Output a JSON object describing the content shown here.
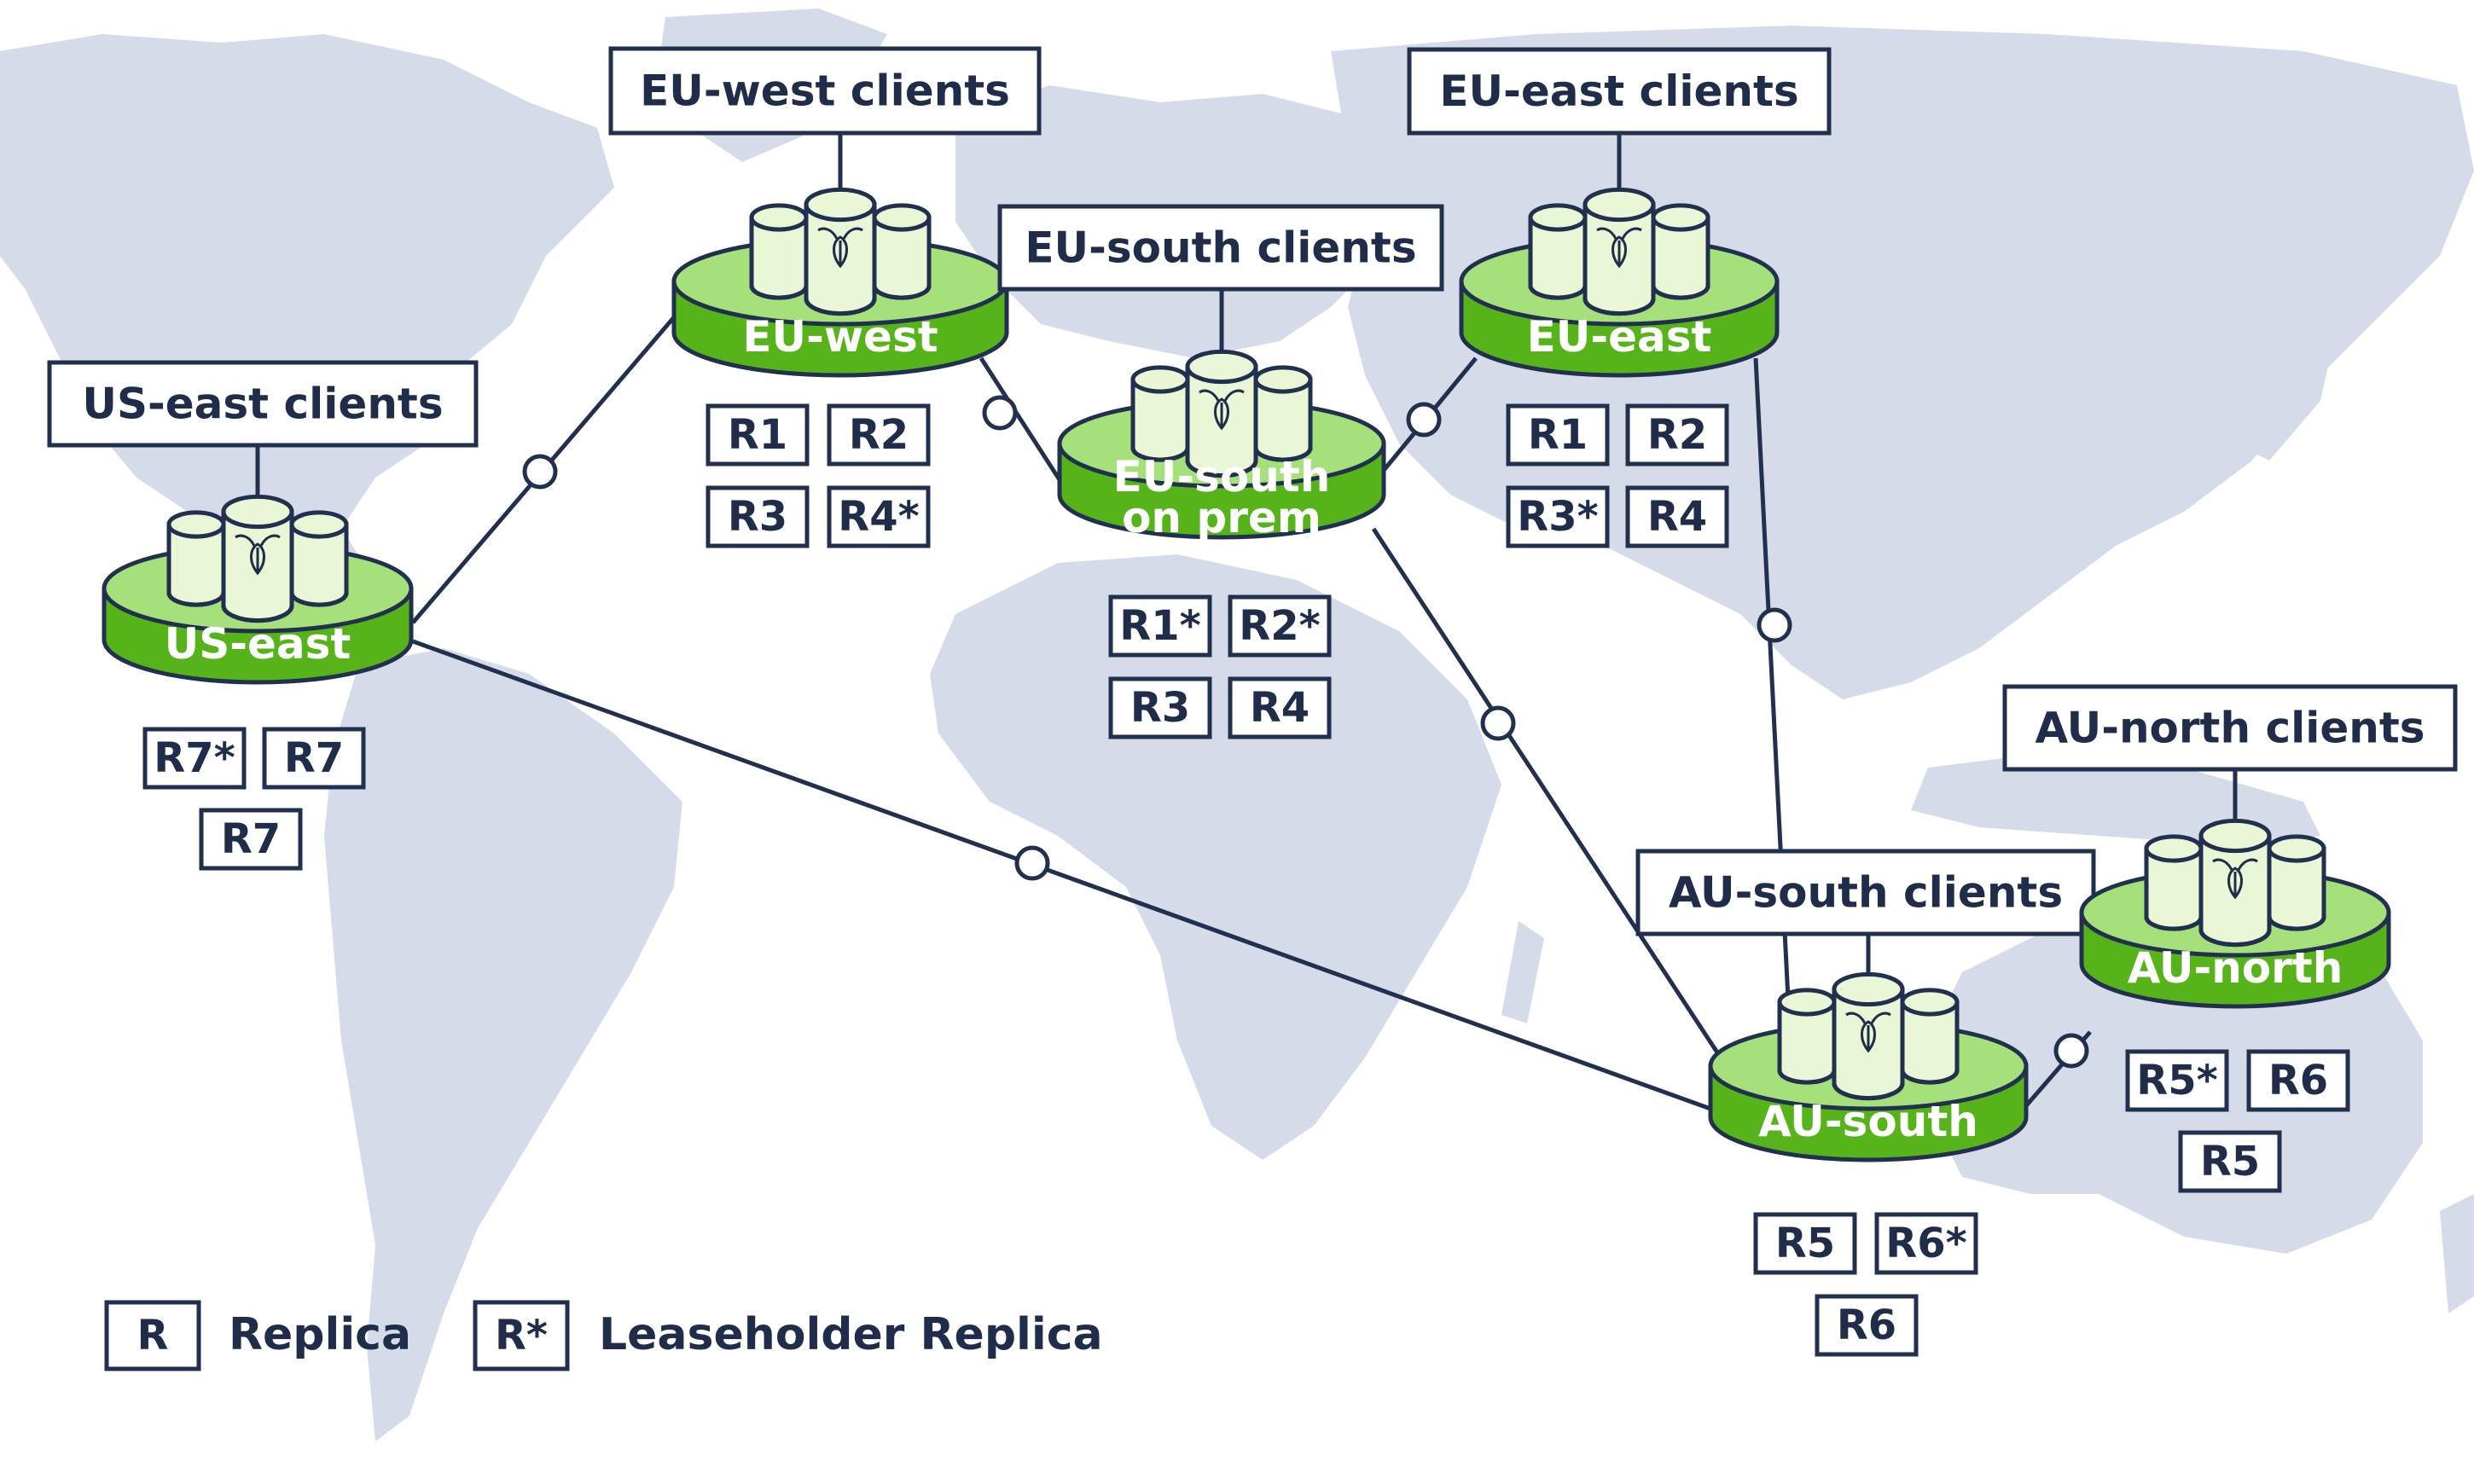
{
  "colors": {
    "land": "#d6dbe9",
    "line": "#22304f",
    "disk_top": "#a6e07a",
    "disk_side": "#56b31a",
    "cylinder": "#eaf7d6",
    "node_text": "#ffffff",
    "box_text": "#1f2d4a"
  },
  "nodes": [
    {
      "id": "us-east",
      "name": [
        "US-east"
      ],
      "clients": "US-east clients",
      "replicas": [
        "R7*",
        "R7",
        "R7"
      ]
    },
    {
      "id": "eu-west",
      "name": [
        "EU-west"
      ],
      "clients": "EU-west clients",
      "replicas": [
        "R1",
        "R2",
        "R3",
        "R4*"
      ]
    },
    {
      "id": "eu-south",
      "name": [
        "EU-south",
        "on prem"
      ],
      "clients": "EU-south clients",
      "replicas": [
        "R1*",
        "R2*",
        "R3",
        "R4"
      ]
    },
    {
      "id": "eu-east",
      "name": [
        "EU-east"
      ],
      "clients": "EU-east clients",
      "replicas": [
        "R1",
        "R2",
        "R3*",
        "R4"
      ]
    },
    {
      "id": "au-south",
      "name": [
        "AU-south"
      ],
      "clients": "AU-south clients",
      "replicas": [
        "R5",
        "R6*",
        "R6"
      ]
    },
    {
      "id": "au-north",
      "name": [
        "AU-north"
      ],
      "clients": "AU-north clients",
      "replicas": [
        "R5*",
        "R6",
        "R5"
      ]
    }
  ],
  "links": [
    [
      "us-east",
      "eu-west"
    ],
    [
      "us-east",
      "au-south"
    ],
    [
      "eu-west",
      "eu-south"
    ],
    [
      "eu-south",
      "eu-east"
    ],
    [
      "eu-south",
      "au-south"
    ],
    [
      "eu-east",
      "au-south"
    ],
    [
      "au-south",
      "au-north"
    ]
  ],
  "legend": {
    "replica_symbol": "R",
    "replica_label": "Replica",
    "leaseholder_symbol": "R*",
    "leaseholder_label": "Leaseholder Replica"
  }
}
